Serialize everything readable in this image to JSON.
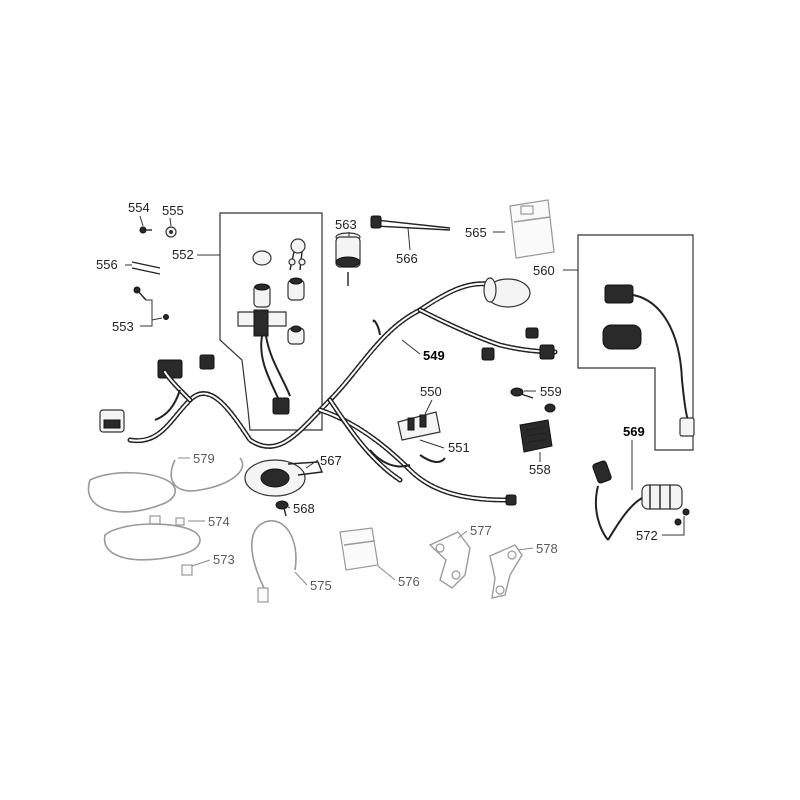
{
  "labels": {
    "p549": "549",
    "p550": "550",
    "p551": "551",
    "p552": "552",
    "p553": "553",
    "p554": "554",
    "p555": "555",
    "p556": "556",
    "p558": "558",
    "p559": "559",
    "p560": "560",
    "p563": "563",
    "p565": "565",
    "p566": "566",
    "p567": "567",
    "p568": "568",
    "p569": "569",
    "p572": "572",
    "p573": "573",
    "p574": "574",
    "p575": "575",
    "p576": "576",
    "p577": "577",
    "p578": "578",
    "p579": "579"
  }
}
